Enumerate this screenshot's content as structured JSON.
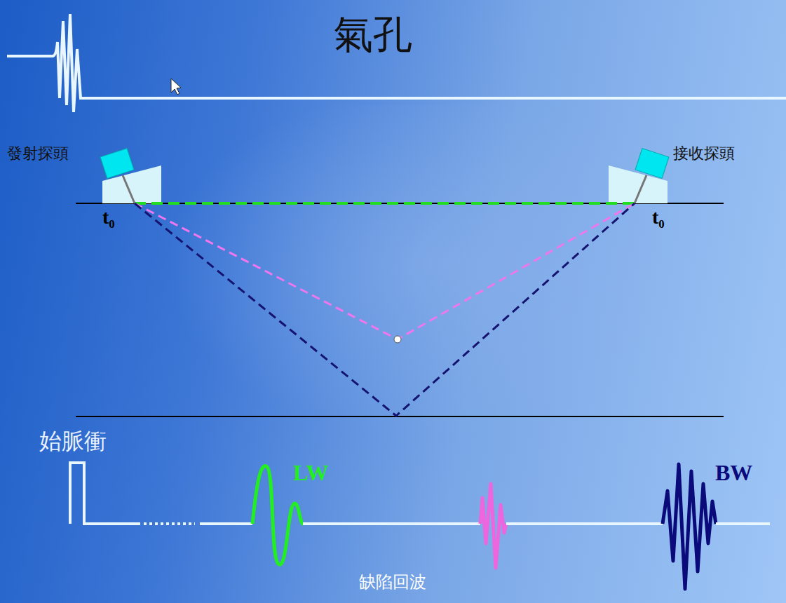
{
  "diagram": {
    "title": "氣孔",
    "labels": [
      "發射探頭",
      "接收探頭",
      "t₀",
      "t₀",
      "始脈衝",
      "LW",
      "BW",
      "缺陷回波"
    ]
  }
}
